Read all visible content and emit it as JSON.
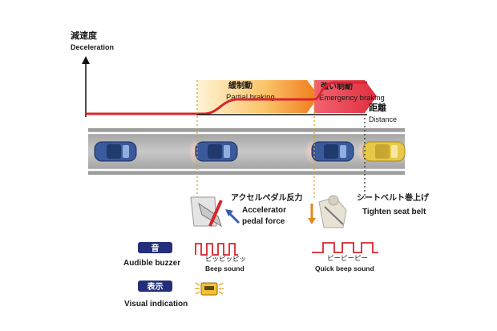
{
  "axis": {
    "y_label_jp": "減速度",
    "y_label_en": "Deceleration",
    "x_label_jp": "距離",
    "x_label_en": "Distance"
  },
  "phases": {
    "partial_jp": "緩制動",
    "partial_en": "Partial braking",
    "emergency_jp": "強い制動",
    "emergency_en": "Emergency braking"
  },
  "actions": {
    "pedal_jp": "アクセルペダル反力",
    "pedal_en_1": "Accelerator",
    "pedal_en_2": "pedal force",
    "belt_jp": "シートベルト巻上げ",
    "belt_en": "Tighten seat belt"
  },
  "alerts": {
    "sound_badge": "音",
    "sound_label": "Audible buzzer",
    "display_badge": "表示",
    "display_label": "Visual indication",
    "beep_jp": "ピッピッピッ",
    "beep_en": "Beep sound",
    "quick_beep_jp": "ピーピーピー",
    "quick_beep_en": "Quick beep sound"
  },
  "colors": {
    "curve": "#d9252e",
    "badge": "#232f7a",
    "own_car": "#3a5a9c",
    "lead_car": "#e8c84a",
    "partial_start": "#fff1c8",
    "partial_end": "#f07a1a",
    "emergency": "#e83a48"
  }
}
